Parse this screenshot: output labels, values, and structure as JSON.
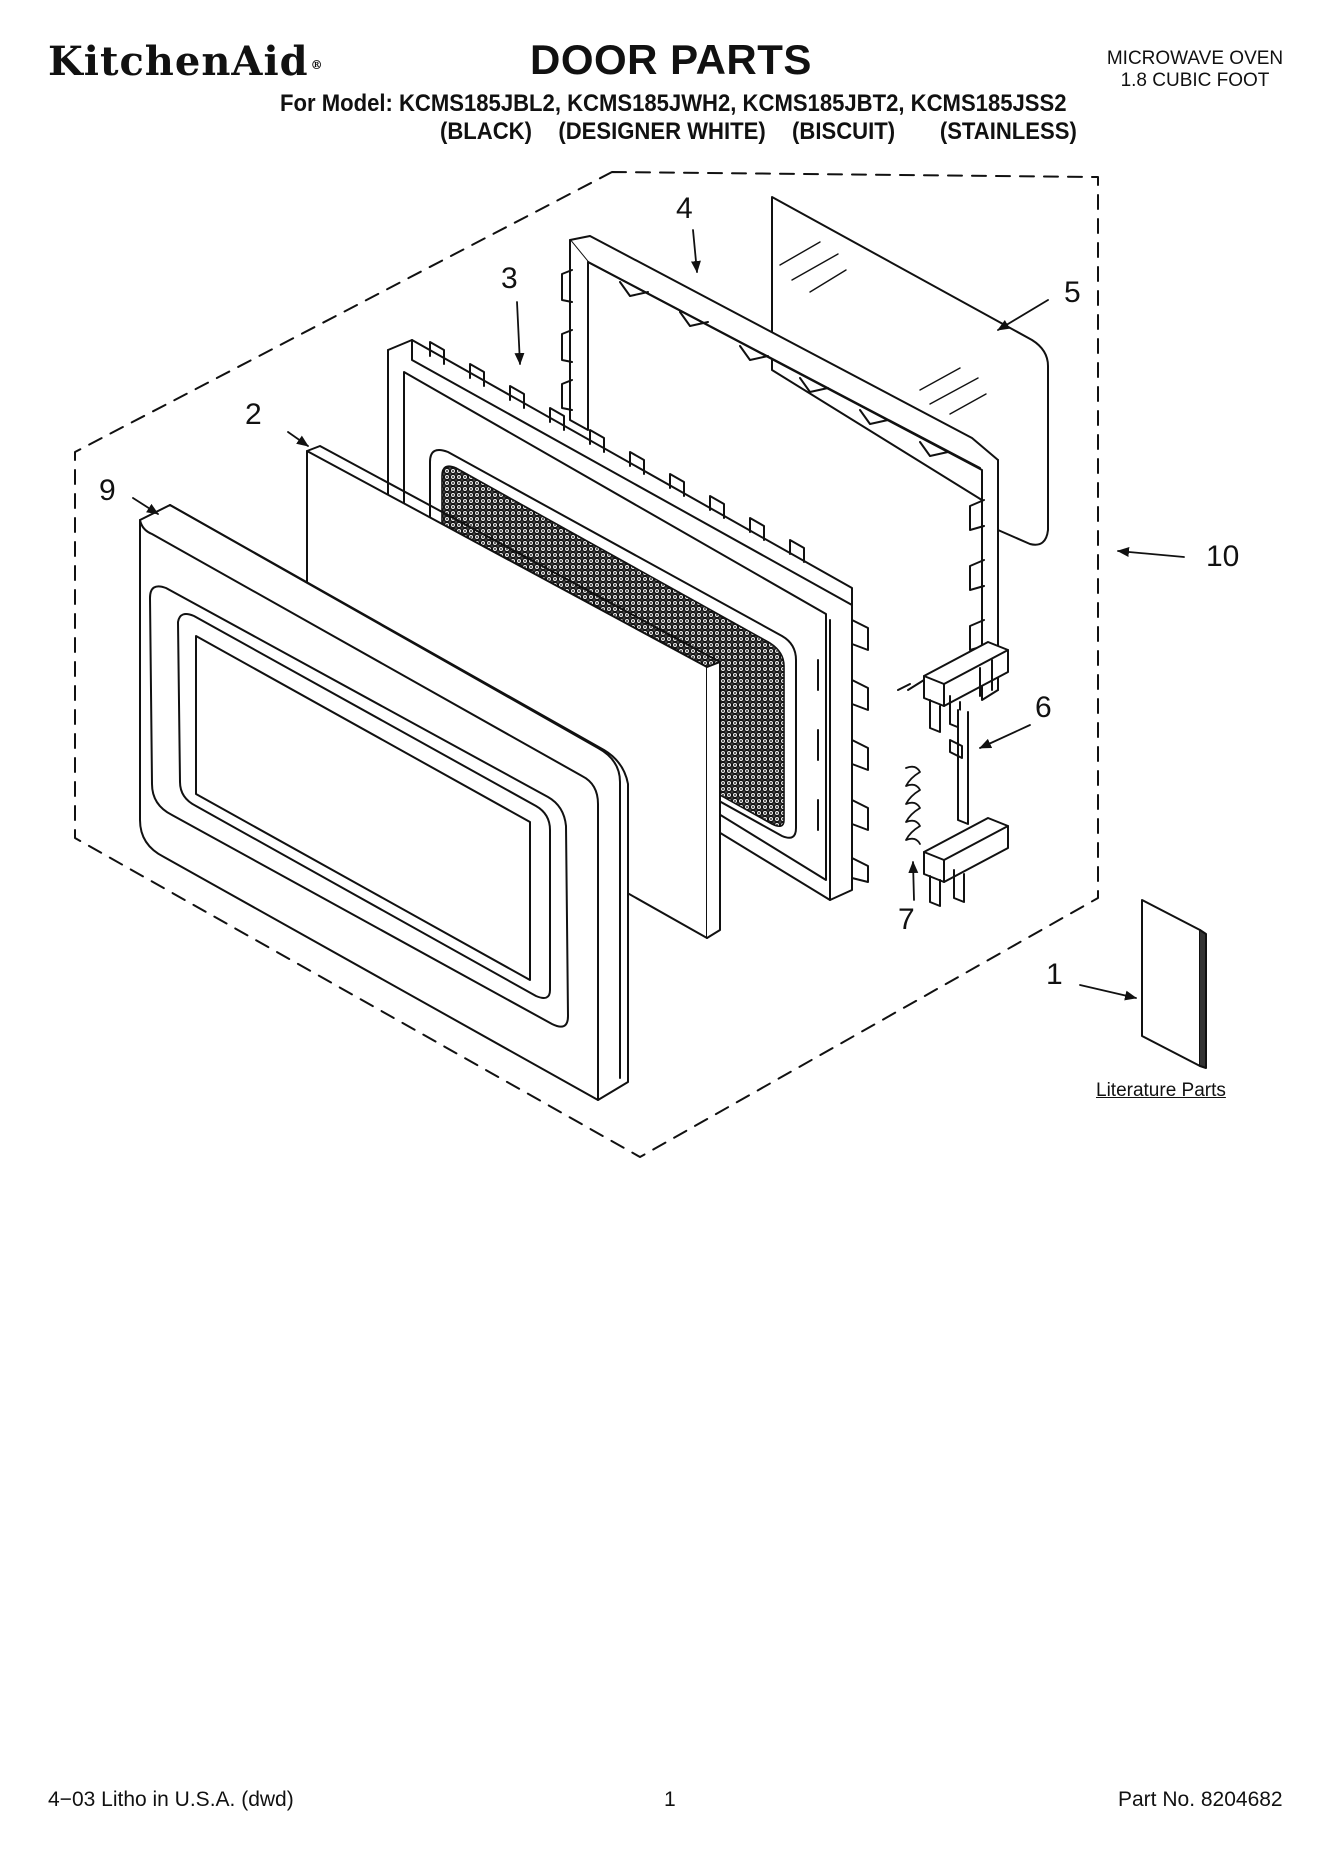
{
  "header": {
    "brand": "KitchenAid",
    "brand_mark": "®",
    "title": "DOOR PARTS",
    "product_line1": "MICROWAVE OVEN",
    "product_line2": "1.8 CUBIC FOOT",
    "models": "For Model: KCMS185JBL2, KCMS185JWH2, KCMS185JBT2, KCMS185JSS2",
    "colors": [
      "(BLACK)",
      "(DESIGNER WHITE)",
      "(BISCUIT)",
      "(STAINLESS)"
    ]
  },
  "callouts": [
    "1",
    "2",
    "3",
    "4",
    "5",
    "6",
    "7",
    "9",
    "10"
  ],
  "literature_label": "Literature Parts",
  "footer": {
    "litho": "4−03 Litho in U.S.A. (dwd)",
    "page": "1",
    "part_no": "Part No. 8204682"
  }
}
